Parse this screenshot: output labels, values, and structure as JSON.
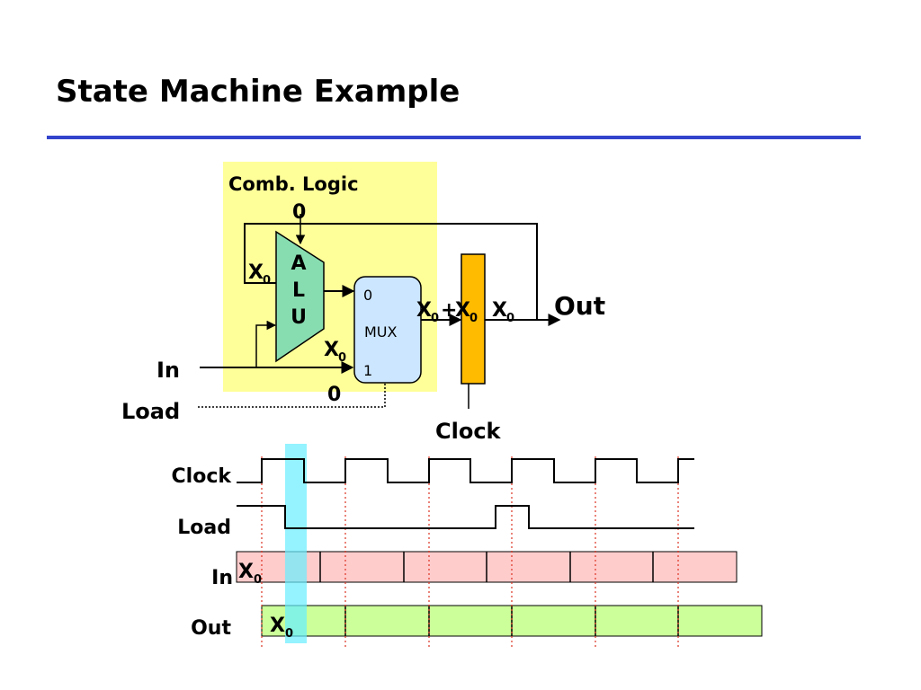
{
  "slide": {
    "title": "State Machine Example"
  },
  "circuit": {
    "comb_logic_label": "Comb. Logic",
    "alu_letters": [
      "A",
      "L",
      "U"
    ],
    "mux_label": "MUX",
    "mux_in0": "0",
    "mux_in1": "1",
    "alu_top_input": "0",
    "alu_left_input": "X",
    "alu_left_input_sub": "0",
    "mux_in1_value": "X",
    "mux_in1_value_sub": "0",
    "load_value": "0",
    "mux_output_a": "X",
    "mux_output_a_sub": "0",
    "mux_output_plus": "+",
    "mux_output_b": "X",
    "mux_output_b_sub": "0",
    "reg_output": "X",
    "reg_output_sub": "0",
    "in_label": "In",
    "load_label": "Load",
    "out_label": "Out",
    "clock_label": "Clock",
    "comb_logic_color": "#ffff99",
    "alu_color": "#88ddb0",
    "mux_color": "#cce6ff",
    "register_color": "#ffbb00"
  },
  "timing": {
    "signals": [
      "Clock",
      "Load",
      "In",
      "Out"
    ],
    "in_first_value": "X",
    "in_first_value_sub": "0",
    "out_first_value": "X",
    "out_first_value_sub": "0",
    "in_color": "#ffcccc",
    "out_color": "#ccff99",
    "highlight_color": "#66eeff"
  }
}
